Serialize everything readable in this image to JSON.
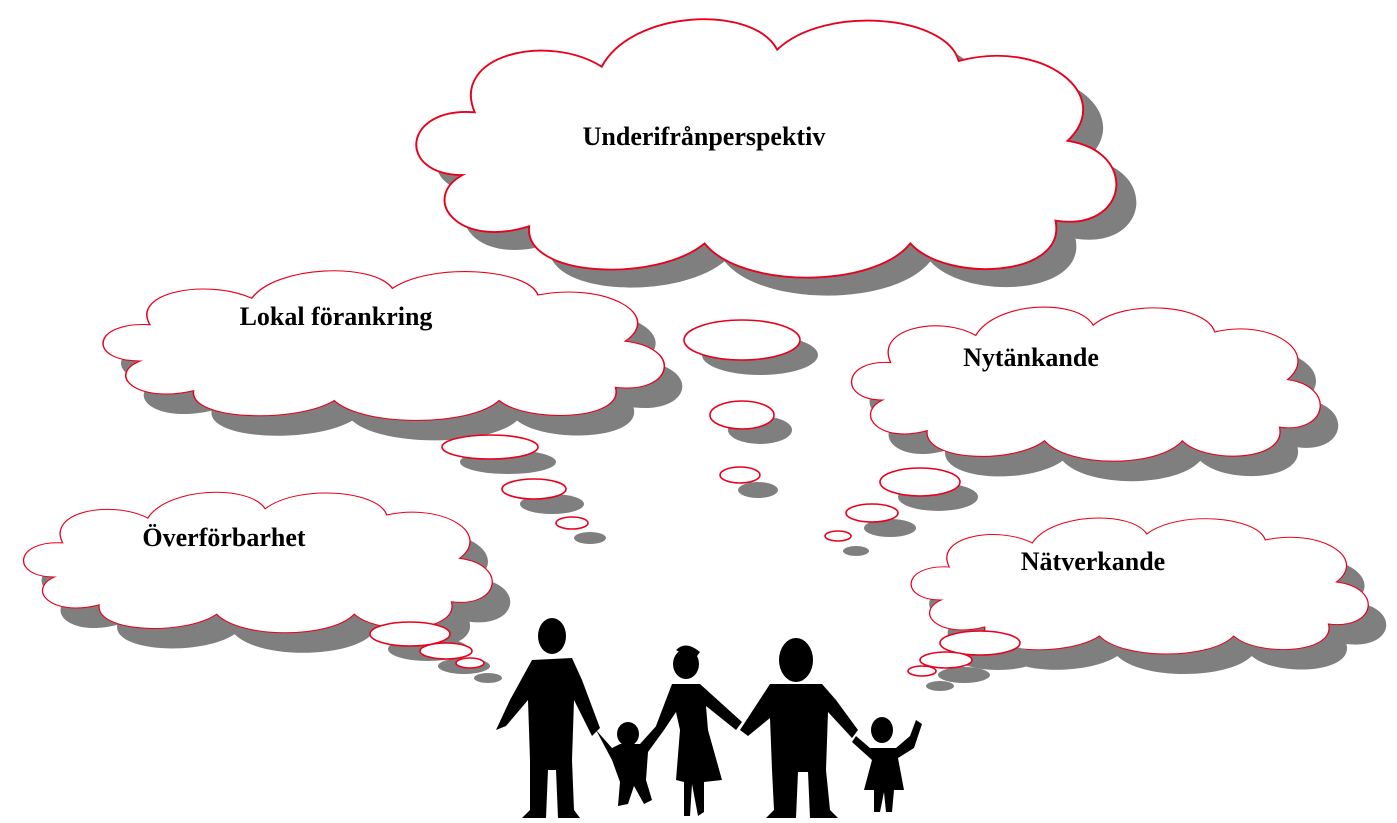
{
  "colors": {
    "cloud_outline": "#e8001c",
    "cloud_fill": "#ffffff",
    "shadow": "#7f7f7f",
    "silhouette": "#000000",
    "label_text": "#000000"
  },
  "clouds": [
    {
      "id": "top",
      "label": "Underifrånperspektiv"
    },
    {
      "id": "left",
      "label": "Lokal förankring"
    },
    {
      "id": "right",
      "label": "Nytänkande"
    },
    {
      "id": "bottom_left",
      "label": "Överförbarhet"
    },
    {
      "id": "bottom_right",
      "label": "Nätverkande"
    }
  ],
  "figure": {
    "icon": "family-silhouette-icon",
    "members": 5
  }
}
